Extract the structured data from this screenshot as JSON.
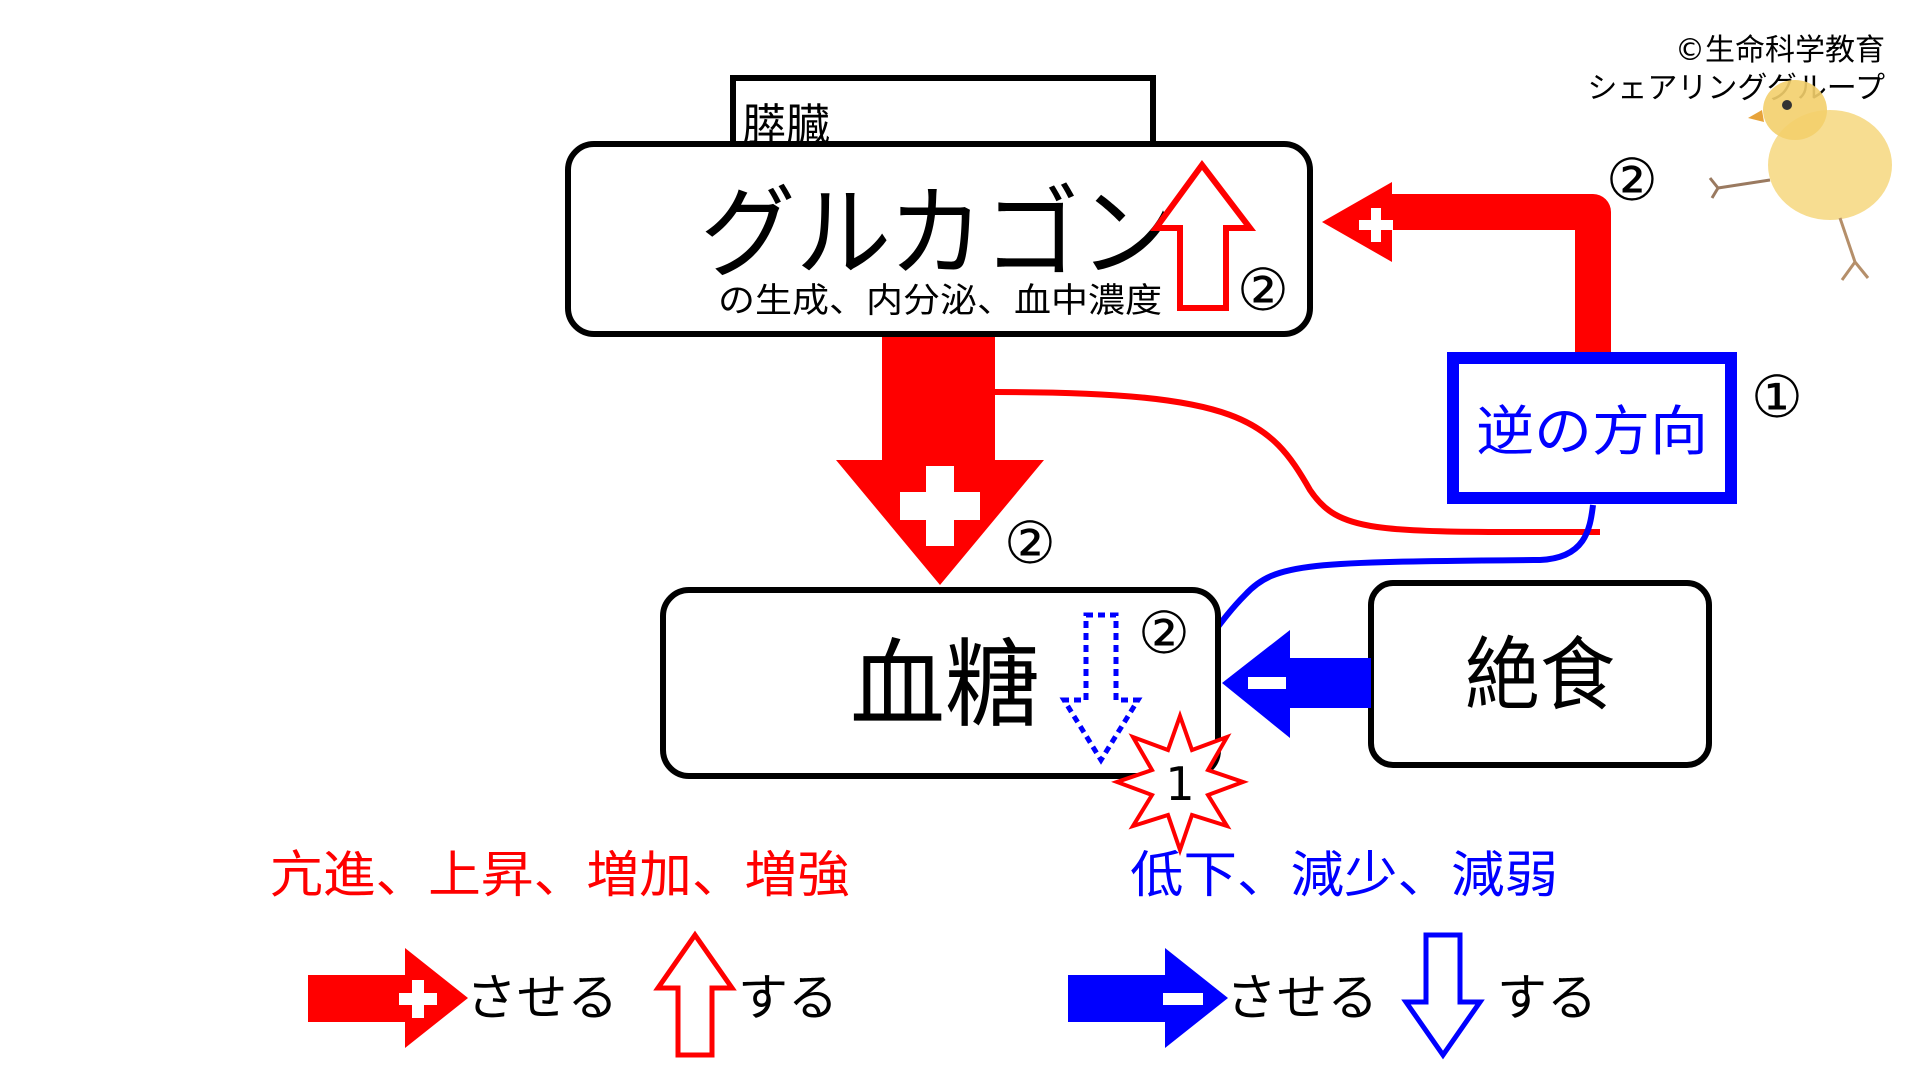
{
  "copyright": {
    "line1": "©生命科学教育",
    "line2": "シェアリンググループ"
  },
  "pancreas": {
    "label": "膵臓"
  },
  "glucagon": {
    "title": "グルカゴン",
    "subtitle": "の生成、内分泌、血中濃度"
  },
  "blood_sugar": {
    "label": "血糖"
  },
  "fasting": {
    "label": "絶食"
  },
  "reverse": {
    "label": "逆の方向"
  },
  "markers": {
    "one": "①",
    "two": "②",
    "burst_one": "1"
  },
  "legend": {
    "increase_words": "亢進、上昇、増加、増強",
    "decrease_words": "低下、減少、減弱",
    "cause": "させる",
    "do": "する"
  },
  "colors": {
    "red": "#ff0000",
    "blue": "#0000ff",
    "black": "#000000",
    "white": "#ffffff"
  }
}
